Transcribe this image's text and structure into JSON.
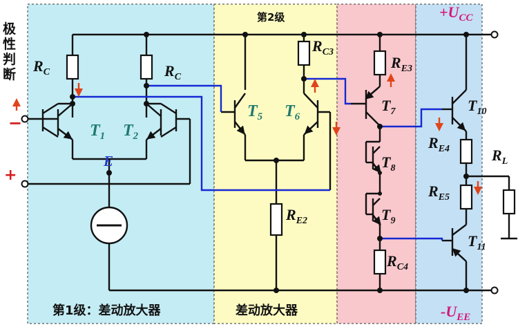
{
  "labels": {
    "side_title": [
      "极",
      "性",
      "判",
      "断"
    ],
    "stage2_title": "第2级",
    "stage1_caption": "第1级：差动放大器",
    "stage2_caption": "差动放大器",
    "plus_vcc": "+U",
    "plus_vcc_sub": "CC",
    "minus_vee": "-U",
    "minus_vee_sub": "EE",
    "input_minus": "−",
    "input_plus": "+",
    "e_node": "E"
  },
  "components": {
    "rc1": {
      "main": "R",
      "sub": "C"
    },
    "rc2": {
      "main": "R",
      "sub": "C"
    },
    "rc3": {
      "main": "R",
      "sub": "C3"
    },
    "re2": {
      "main": "R",
      "sub": "E2"
    },
    "re3": {
      "main": "R",
      "sub": "E3"
    },
    "rc4": {
      "main": "R",
      "sub": "C4"
    },
    "re4": {
      "main": "R",
      "sub": "E4"
    },
    "re5": {
      "main": "R",
      "sub": "E5"
    },
    "rl": {
      "main": "R",
      "sub": "L"
    },
    "t1": {
      "main": "T",
      "sub": "1"
    },
    "t2": {
      "main": "T",
      "sub": "2"
    },
    "t5": {
      "main": "T",
      "sub": "5"
    },
    "t6": {
      "main": "T",
      "sub": "6"
    },
    "t7": {
      "main": "T",
      "sub": "7"
    },
    "t8": {
      "main": "T",
      "sub": "8"
    },
    "t9": {
      "main": "T",
      "sub": "9"
    },
    "t10": {
      "main": "T",
      "sub": "10"
    },
    "t11": {
      "main": "T",
      "sub": "11"
    }
  },
  "colors": {
    "stage1_bg": "#c4ecf4",
    "stage2_bg": "#fdfbc2",
    "stage3_bg": "#f9c8cc",
    "stage4_bg": "#c4e0f4",
    "signal_path": "#1528d4",
    "polarity_arrow": "#e0441a",
    "supply_label": "#d4157a",
    "transistor_label": "#1e7a6e"
  }
}
